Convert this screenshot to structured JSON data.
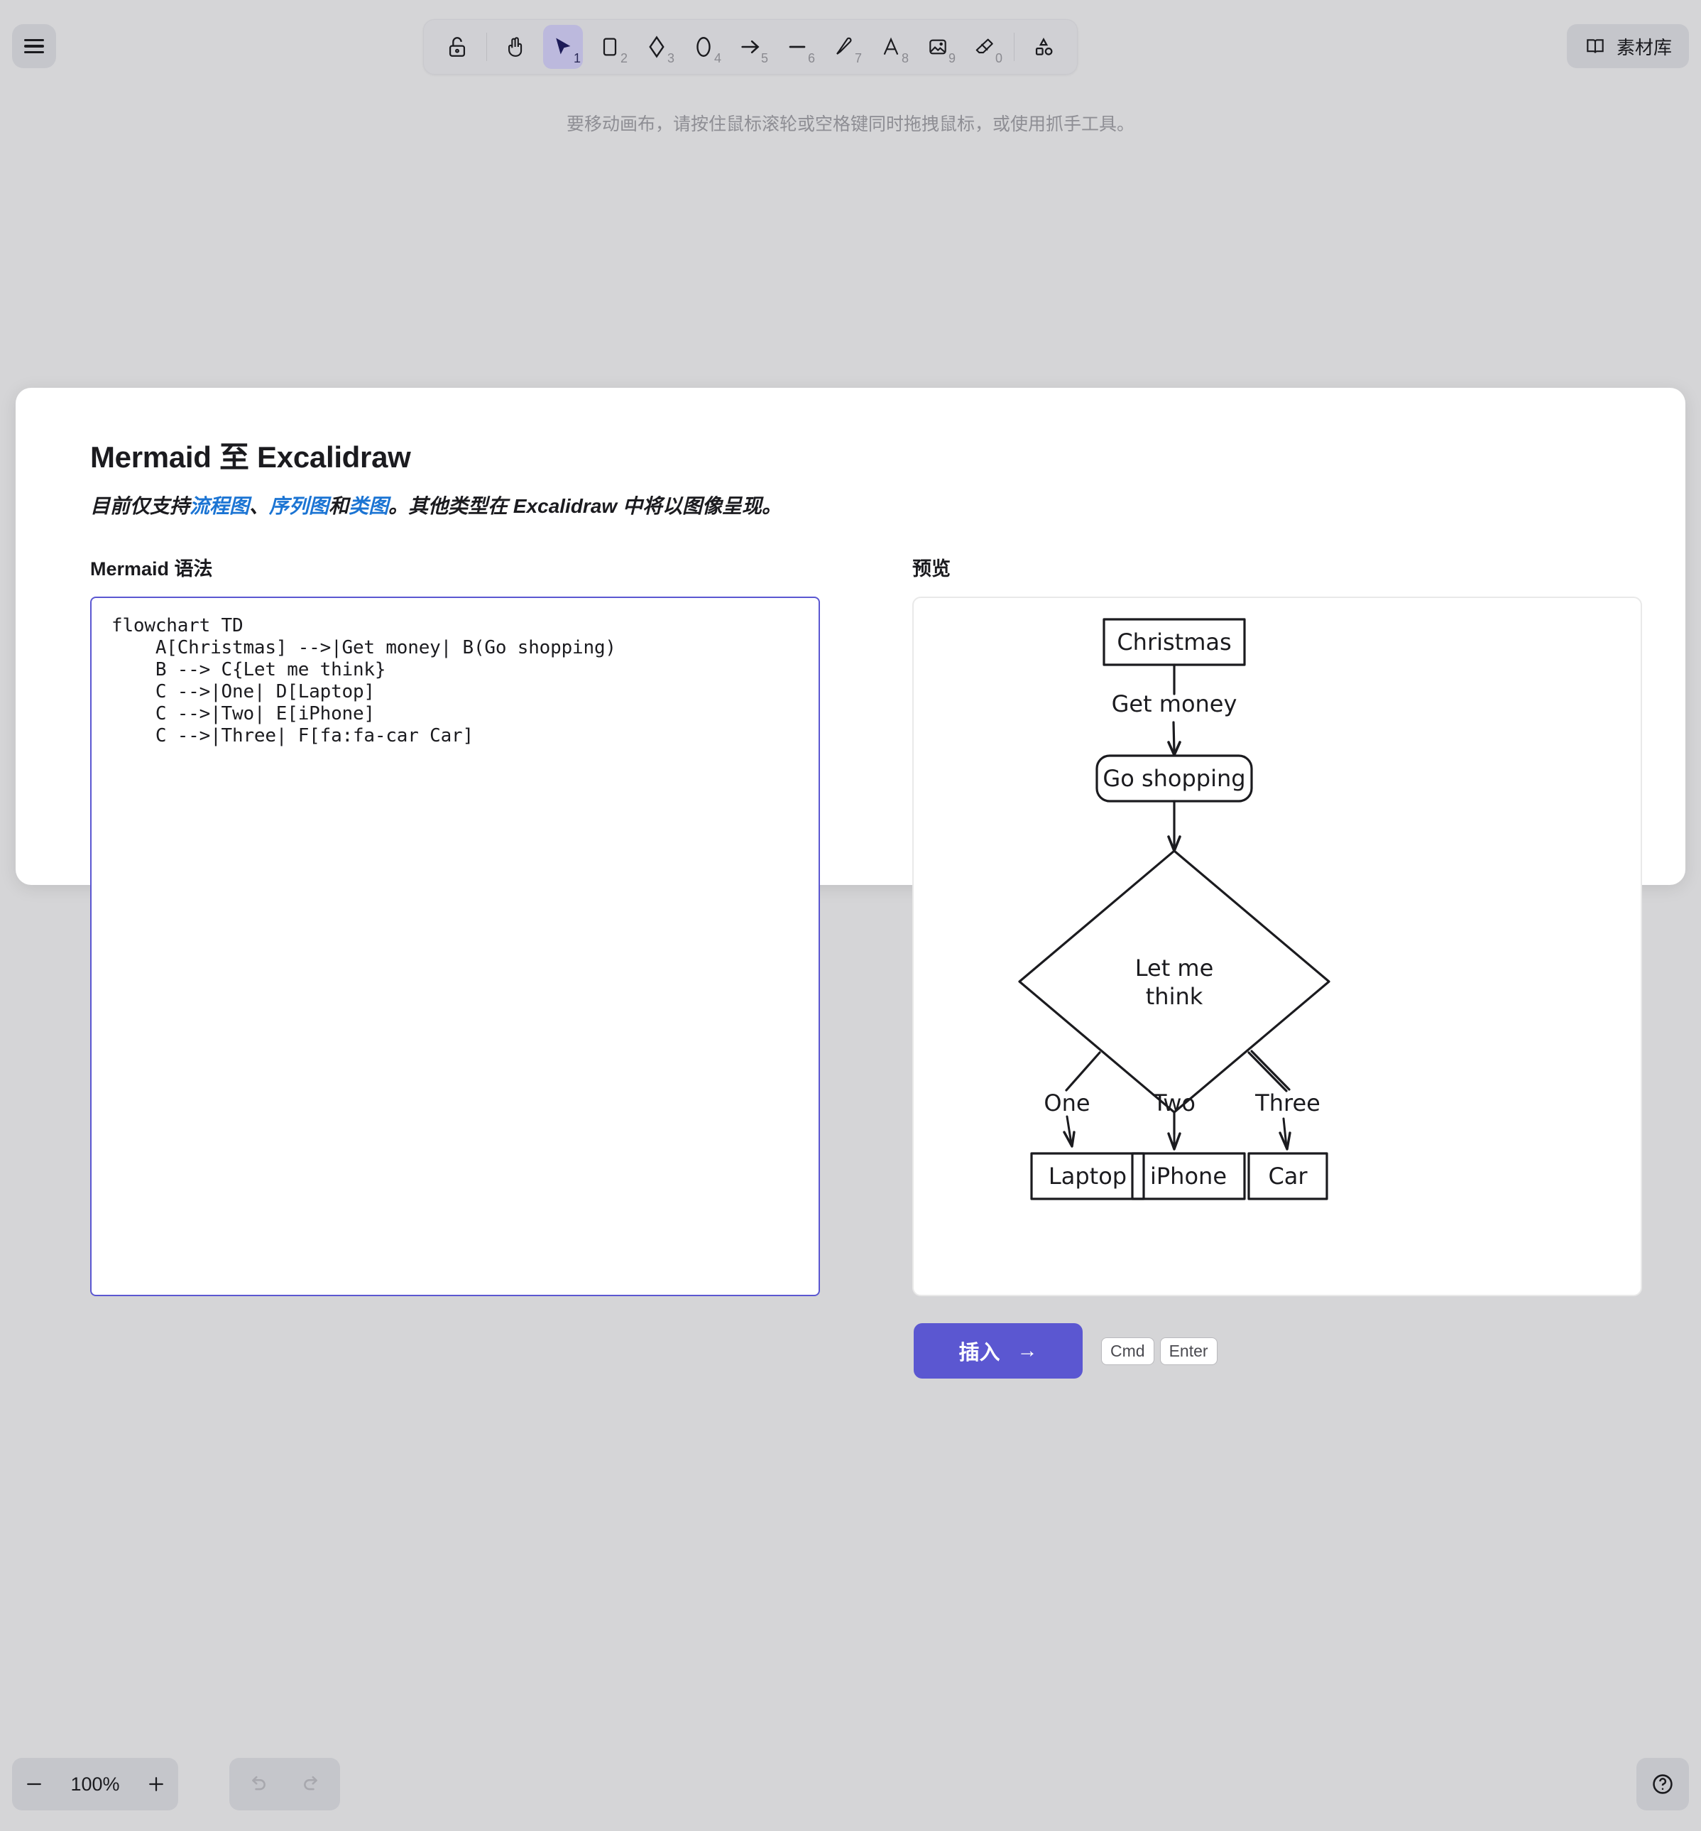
{
  "app": {
    "background_color": "#d5d5d7",
    "accent_color": "#5b57d1",
    "link_color": "#1b74d3"
  },
  "topbar": {
    "menu_icon": "hamburger-icon",
    "hint": "要移动画布，请按住鼠标滚轮或空格键同时拖拽鼠标，或使用抓手工具。",
    "library": {
      "label": "素材库",
      "icon": "book-icon"
    },
    "tools": [
      {
        "name": "lock",
        "icon": "lock-open-icon",
        "shortcut": "",
        "active": false
      },
      {
        "name": "hand",
        "icon": "hand-icon",
        "shortcut": "",
        "active": false
      },
      {
        "name": "selection",
        "icon": "cursor-icon",
        "shortcut": "1",
        "active": true
      },
      {
        "name": "rectangle",
        "icon": "rectangle-icon",
        "shortcut": "2",
        "active": false
      },
      {
        "name": "diamond",
        "icon": "diamond-icon",
        "shortcut": "3",
        "active": false
      },
      {
        "name": "ellipse",
        "icon": "ellipse-icon",
        "shortcut": "4",
        "active": false
      },
      {
        "name": "arrow",
        "icon": "arrow-icon",
        "shortcut": "5",
        "active": false
      },
      {
        "name": "line",
        "icon": "line-icon",
        "shortcut": "6",
        "active": false
      },
      {
        "name": "draw",
        "icon": "pencil-icon",
        "shortcut": "7",
        "active": false
      },
      {
        "name": "text",
        "icon": "text-icon",
        "shortcut": "8",
        "active": false
      },
      {
        "name": "image",
        "icon": "image-icon",
        "shortcut": "9",
        "active": false
      },
      {
        "name": "eraser",
        "icon": "eraser-icon",
        "shortcut": "0",
        "active": false
      },
      {
        "name": "shapes",
        "icon": "shapes-icon",
        "shortcut": "",
        "active": false
      }
    ]
  },
  "dialog": {
    "title": "Mermaid 至 Excalidraw",
    "subtitle": {
      "prefix": "目前仅支持",
      "link1": "流程图",
      "sep1": "、",
      "link2": "序列图",
      "sep2": "和",
      "link3": "类图",
      "suffix": "。其他类型在 Excalidraw 中将以图像呈现。"
    },
    "editor": {
      "label": "Mermaid 语法",
      "value": "flowchart TD\n    A[Christmas] -->|Get money| B(Go shopping)\n    B --> C{Let me think}\n    C -->|One| D[Laptop]\n    C -->|Two| E[iPhone]\n    C -->|Three| F[fa:fa-car Car]",
      "placeholder": ""
    },
    "preview": {
      "label": "预览"
    },
    "insert_button": {
      "label": "插入",
      "arrow": "→"
    },
    "shortcut_keys": [
      "Cmd",
      "Enter"
    ]
  },
  "chart_data": {
    "type": "diagram",
    "notation": "mermaid-flowchart",
    "direction": "TD",
    "nodes": [
      {
        "id": "A",
        "label": "Christmas",
        "shape": "rectangle"
      },
      {
        "id": "B",
        "label": "Go shopping",
        "shape": "rounded"
      },
      {
        "id": "C",
        "label": "Let me think",
        "shape": "diamond"
      },
      {
        "id": "D",
        "label": "Laptop",
        "shape": "rectangle"
      },
      {
        "id": "E",
        "label": "iPhone",
        "shape": "rectangle"
      },
      {
        "id": "F",
        "label": "Car",
        "shape": "rectangle"
      }
    ],
    "edges": [
      {
        "from": "A",
        "to": "B",
        "label": "Get money"
      },
      {
        "from": "B",
        "to": "C",
        "label": ""
      },
      {
        "from": "C",
        "to": "D",
        "label": "One"
      },
      {
        "from": "C",
        "to": "E",
        "label": "Two"
      },
      {
        "from": "C",
        "to": "F",
        "label": "Three"
      }
    ]
  },
  "footer": {
    "zoom": {
      "out": "−",
      "value": "100%",
      "in": "+"
    },
    "undo_icon": "undo-icon",
    "redo_icon": "redo-icon",
    "help_icon": "help-circle-icon"
  }
}
